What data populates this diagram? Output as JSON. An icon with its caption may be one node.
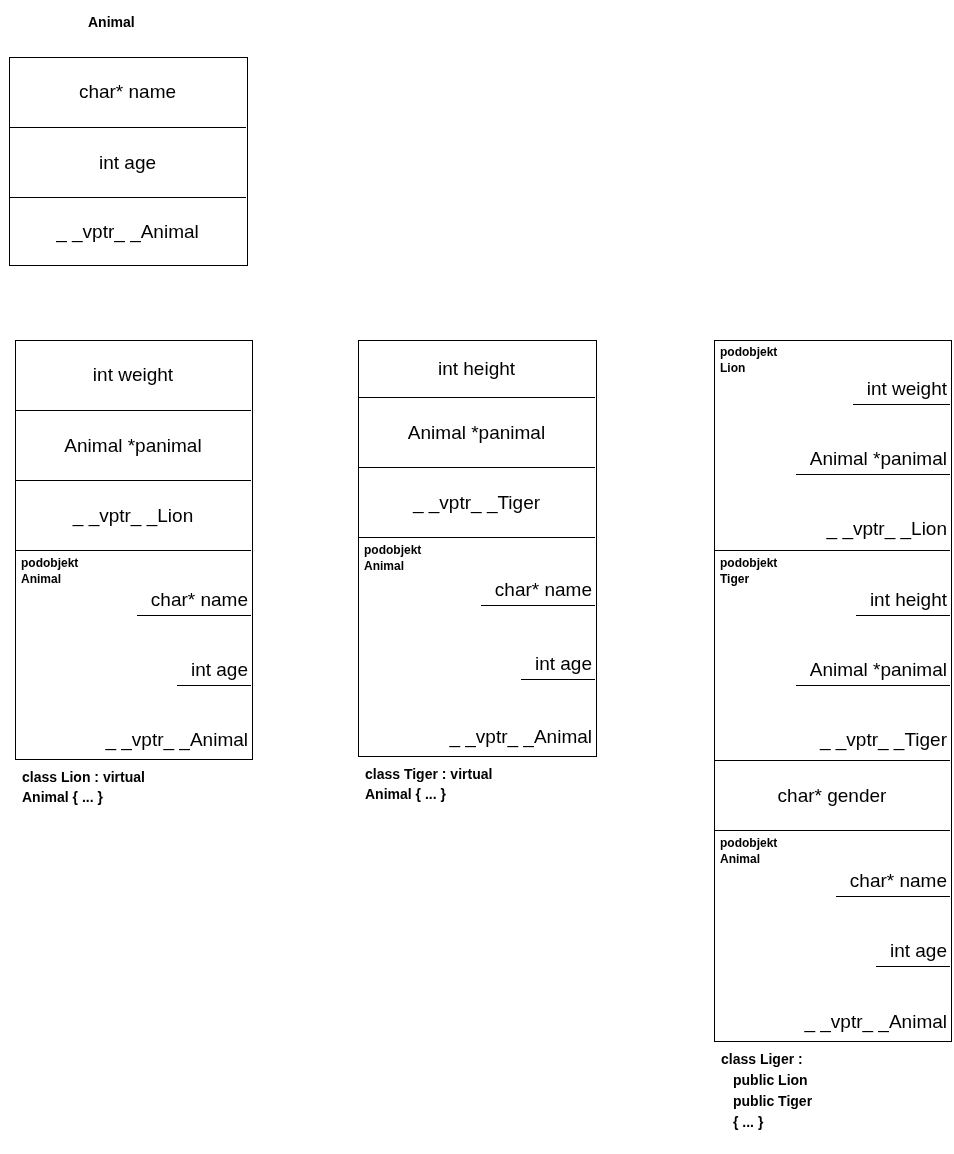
{
  "diagram": {
    "nodes": [
      {
        "text": [
          "Animal"
        ]
      },
      {
        "text": [
          "char* name"
        ],
        "in": 0
      },
      {
        "text": [
          "int age"
        ],
        "in": 0
      },
      {
        "text": [
          "_ _vptr_ _Animal"
        ],
        "in": 0
      },
      {
        "text": [],
        "shape": "box",
        "beside": [
          "class Lion : virtual Animal { ... }"
        ]
      },
      {
        "text": [
          "int weight"
        ],
        "in": 4
      },
      {
        "text": [
          "Animal *panimal"
        ],
        "in": 4
      },
      {
        "text": [
          "_ _vptr_ _Lion"
        ],
        "in": 4
      },
      {
        "text": [
          "podobjekt Animal",
          "char* name",
          "int age",
          "_ _vptr_ _Animal"
        ],
        "in": 4
      },
      {
        "text": [],
        "shape": "box",
        "beside": [
          "class Tiger : virtual Animal { ... }"
        ]
      },
      {
        "text": [
          "int height"
        ],
        "in": 9
      },
      {
        "text": [
          "Animal *panimal"
        ],
        "in": 9
      },
      {
        "text": [
          "_ _vptr_ _Tiger"
        ],
        "in": 9
      },
      {
        "text": [
          "podobjekt Animal",
          "char* name",
          "int age",
          "_ _vptr_ _Animal"
        ],
        "in": 9
      },
      {
        "text": [],
        "shape": "box",
        "beside": [
          "class Liger :",
          "public Lion",
          "public Tiger",
          "{ ... }"
        ]
      },
      {
        "text": [
          "podobjekt Lion",
          "int weight",
          "Animal *panimal",
          "_ _vptr_ _Lion"
        ],
        "in": 14
      },
      {
        "text": [
          "podobjekt Tiger",
          "int height",
          "Animal *panimal",
          "_ _vptr_ _Tiger"
        ],
        "in": 14
      },
      {
        "text": [
          "char* gender"
        ],
        "in": 14
      },
      {
        "text": [
          "podobjekt Animal",
          "char* name",
          "int age",
          "_ _vptr_ _Animal"
        ],
        "in": 14
      }
    ]
  }
}
